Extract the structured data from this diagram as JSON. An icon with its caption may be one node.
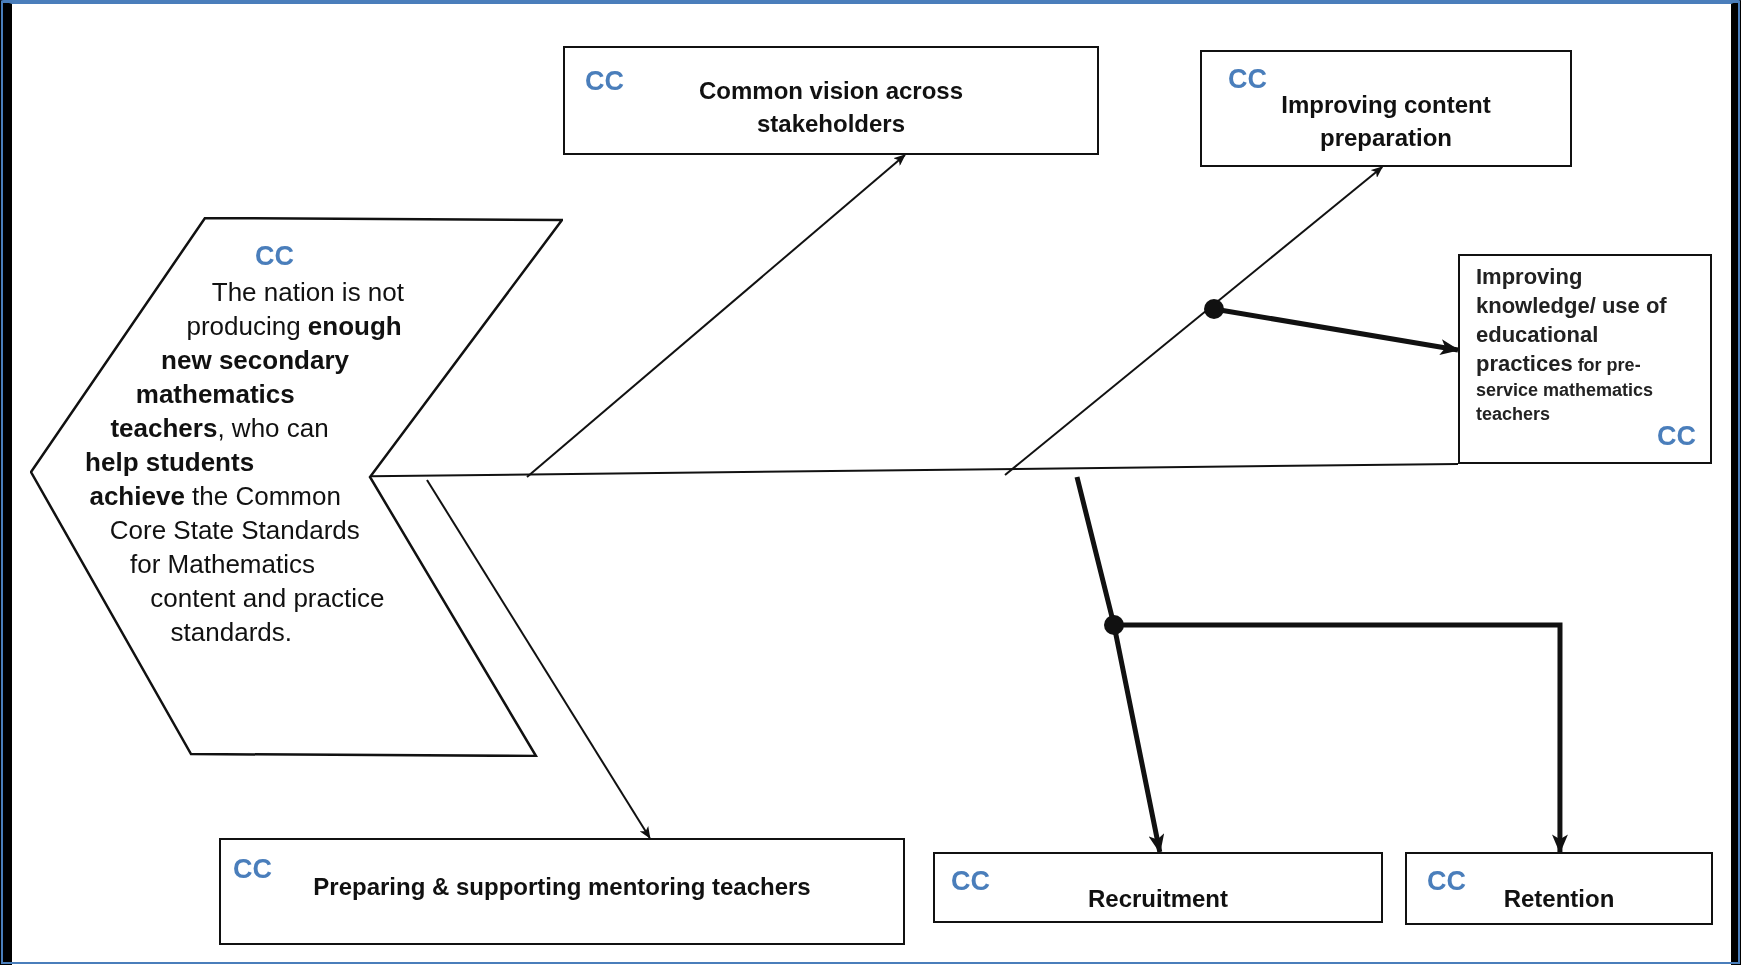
{
  "diagram": {
    "nodes": [
      {
        "text": [
          "CC",
          "The nation is not producing **enough new secondary mathematics teachers**, who can **help students achieve** the Common Core State Standards for Mathematics content and practice standards."
        ]
      },
      {
        "text": [
          "CC",
          "Common vision across stakeholders"
        ]
      },
      {
        "text": [
          "CC",
          "Improving content preparation"
        ]
      },
      {
        "text": [
          "**Improving knowledge/ use of educational practices** for pre-service mathematics teachers",
          "CC"
        ]
      },
      {
        "text": [
          "CC",
          "Preparing & supporting mentoring teachers"
        ]
      },
      {
        "text": [
          "CC",
          "Recruitment"
        ]
      },
      {
        "text": [
          "CC",
          "Retention"
        ]
      }
    ],
    "edges": [
      {
        "from": 0,
        "to": 3,
        "arrow": "none"
      },
      {
        "from": null,
        "to": 1,
        "arrow": "to"
      },
      {
        "from": null,
        "to": 2,
        "arrow": "to"
      },
      {
        "from": null,
        "to": 3,
        "arrow": "to",
        "style": "thick"
      },
      {
        "from": null,
        "to": 4,
        "arrow": "to"
      },
      {
        "from": null,
        "to": 5,
        "arrow": "to",
        "style": "thick"
      },
      {
        "from": null,
        "to": 6,
        "arrow": "to",
        "style": "thick"
      }
    ]
  }
}
